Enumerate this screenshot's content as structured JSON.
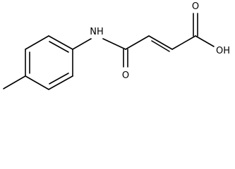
{
  "structure": {
    "atom_labels": {
      "amide_n": "NH",
      "amide_o": "O",
      "acid_o": "O",
      "hydroxyl": "OH"
    }
  }
}
